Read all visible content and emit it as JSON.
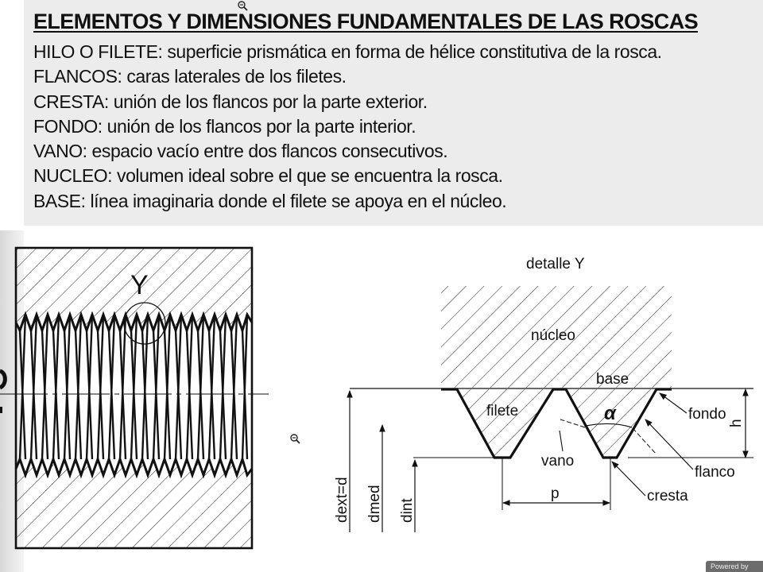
{
  "title": "ELEMENTOS Y DIMENSIONES FUNDAMENTALES DE LAS ROSCAS",
  "definitions": [
    "HILO O FILETE: superficie prismática en forma de hélice constitutiva de la rosca.",
    "FLANCOS: caras laterales de los filetes.",
    "CRESTA: unión de los flancos por la parte exterior.",
    "FONDO: unión de los flancos por la parte interior.",
    "VANO: espacio vacío entre dos flancos consecutivos.",
    "NUCLEO: volumen ideal sobre el que se encuentra la rosca.",
    "BASE: línea imaginaria donde el filete se apoya en el núcleo."
  ],
  "diagram": {
    "detail_marker": "Y",
    "detail_title": "detalle Y",
    "labels": {
      "nucleo": "núcleo",
      "base": "base",
      "filete": "filete",
      "alpha": "α",
      "fondo": "fondo",
      "h": "h",
      "vano": "vano",
      "flanco": "flanco",
      "p": "p",
      "cresta": "cresta",
      "dext": "dext=d",
      "dmed": "dmed",
      "dint": "dint"
    }
  },
  "footer": "Powered by",
  "icons": [
    "zoom-out-icon"
  ]
}
